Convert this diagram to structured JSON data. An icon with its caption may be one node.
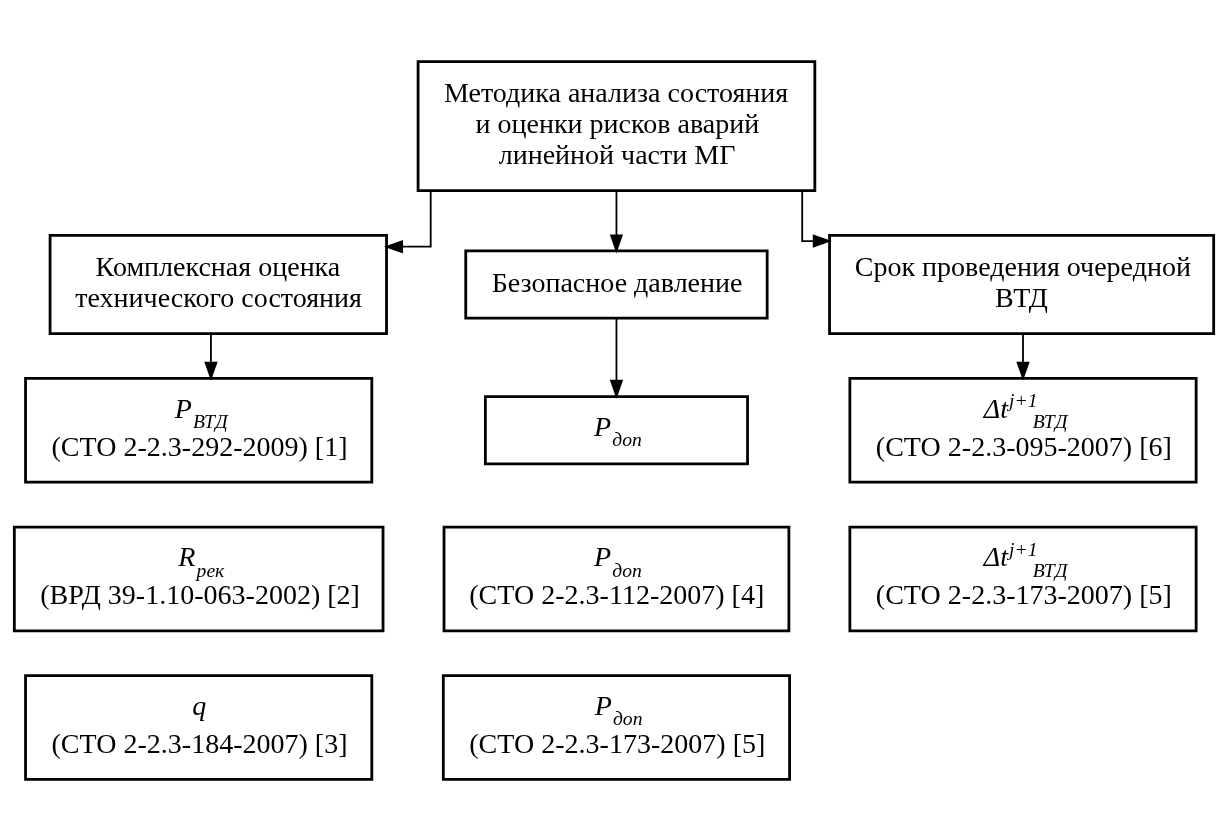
{
  "diagram": {
    "nodes": [
      {
        "text": [
          "Методика анализа состояния и оценки рисков аварий линейной части МГ"
        ]
      },
      {
        "text": [
          "Комплексная оценка технического состояния"
        ]
      },
      {
        "text": [
          "Безопасное давление"
        ]
      },
      {
        "text": [
          "Срок проведения очередной ВТД"
        ]
      },
      {
        "text": [
          "P$_{ВТД}$",
          "(СТО 2-2.3-292-2009) [1]"
        ]
      },
      {
        "text": [
          "R$_{рек}$",
          "(ВРД 39-1.10-063-2002) [2]"
        ]
      },
      {
        "text": [
          "q",
          "(СТО 2-2.3-184-2007) [3]"
        ]
      },
      {
        "text": [
          "P$_{доп}$"
        ]
      },
      {
        "text": [
          "P$_{доп}$",
          "(СТО 2-2.3-112-2007) [4]"
        ]
      },
      {
        "text": [
          "P$_{доп}$",
          "(СТО 2-2.3-173-2007) [5]"
        ]
      },
      {
        "text": [
          "Δt$^{j+1}$$_{ВТД}$",
          "(СТО 2-2.3-095-2007) [6]"
        ]
      },
      {
        "text": [
          "Δt$^{j+1}$$_{ВТД}$",
          "(СТО 2-2.3-173-2007) [5]"
        ]
      }
    ],
    "edges": [
      {
        "from": 0,
        "to": 1,
        "arrow": "to"
      },
      {
        "from": 0,
        "to": 2,
        "arrow": "to"
      },
      {
        "from": 0,
        "to": 3,
        "arrow": "to"
      },
      {
        "from": 1,
        "to": 4,
        "arrow": "to"
      },
      {
        "from": 2,
        "to": 7,
        "arrow": "to"
      },
      {
        "from": 3,
        "to": 10,
        "arrow": "to"
      }
    ]
  }
}
